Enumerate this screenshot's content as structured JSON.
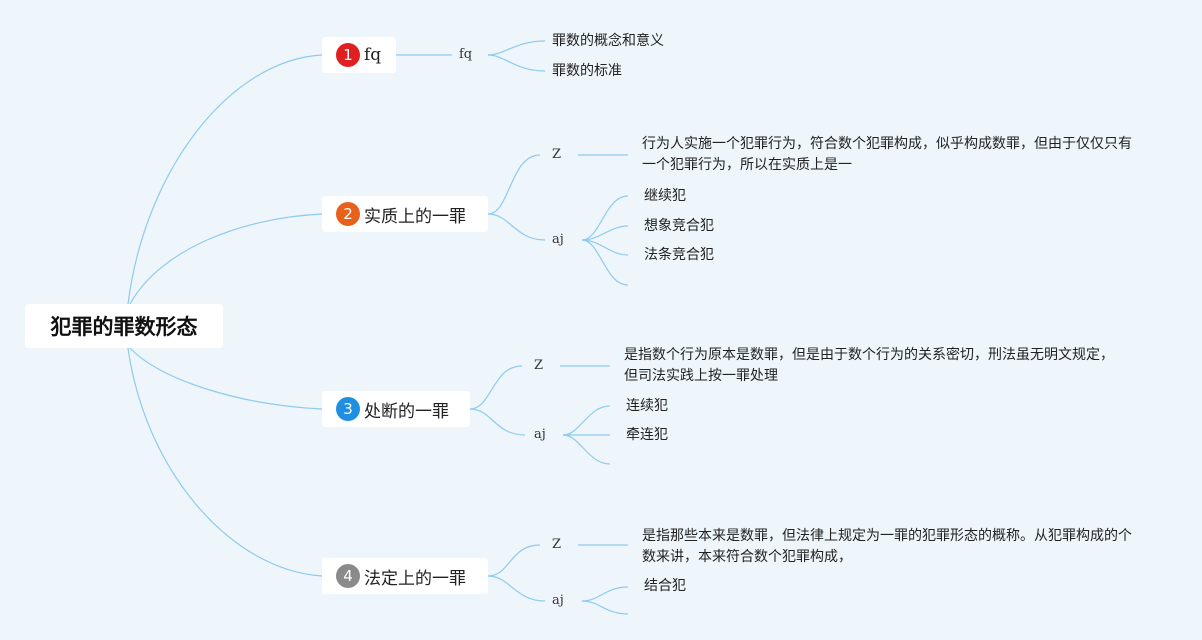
{
  "root": {
    "title": "犯罪的罪数形态"
  },
  "colors": {
    "badge1": "#e02020",
    "badge2": "#e8611a",
    "badge3": "#1e8fe1",
    "badge4": "#8a8a8a",
    "edge": "#8ecbec"
  },
  "branches": [
    {
      "num": "1",
      "title": "fq",
      "sub_label": "fq",
      "leaves": [
        "罪数的概念和意义",
        "罪数的标准"
      ]
    },
    {
      "num": "2",
      "title": "实质上的一罪",
      "z_label": "Z",
      "z_line1": "行为人实施一个犯罪行为，符合数个犯罪构成，似乎构成数罪，但由于仅仅只有",
      "z_line2": "一个犯罪行为，所以在实质上是一",
      "aj_label": "aj",
      "aj_items": [
        "继续犯",
        "想象竞合犯",
        "法条竞合犯"
      ]
    },
    {
      "num": "3",
      "title": "处断的一罪",
      "z_label": "Z",
      "z_line1": "是指数个行为原本是数罪，但是由于数个行为的关系密切，刑法虽无明文规定，",
      "z_line2": "但司法实践上按一罪处理",
      "aj_label": "aj",
      "aj_items": [
        "连续犯",
        "牵连犯"
      ]
    },
    {
      "num": "4",
      "title": "法定上的一罪",
      "z_label": "Z",
      "z_line1": "是指那些本来是数罪，但法律上规定为一罪的犯罪形态的概称。从犯罪构成的个",
      "z_line2": "数来讲，本来符合数个犯罪构成，",
      "aj_label": "aj",
      "aj_items": [
        "结合犯"
      ]
    }
  ]
}
